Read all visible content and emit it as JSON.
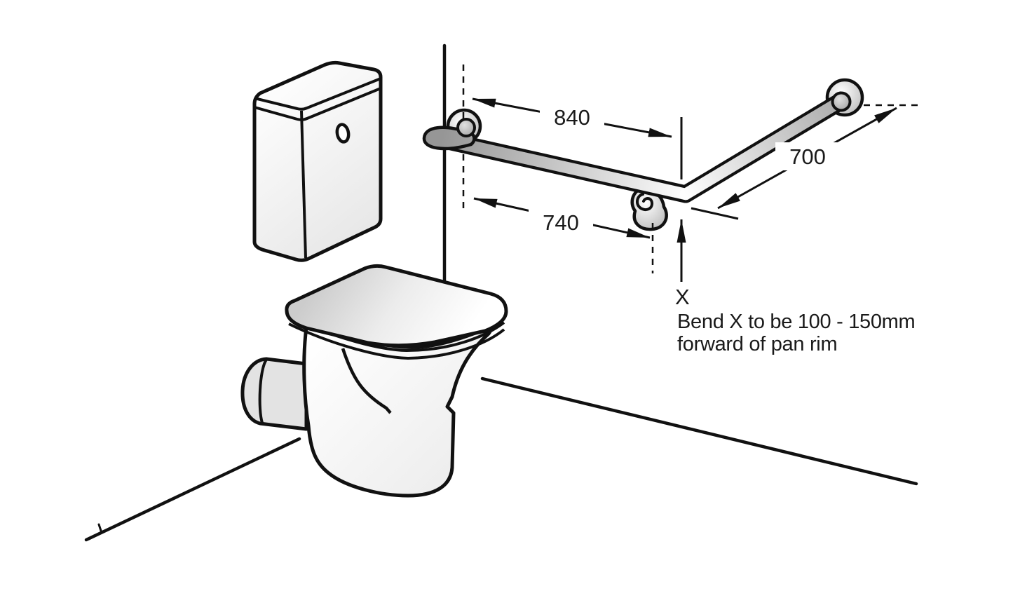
{
  "diagram": {
    "labels": {
      "dim_top_run": "840",
      "dim_lower_run": "740",
      "dim_side_run": "700",
      "bend_point": "X",
      "note_line1": "Bend X to be 100 - 150mm",
      "note_line2": "forward of pan rim"
    },
    "colors": {
      "line": "#111111",
      "text": "#1a1a1a",
      "rail_dark": "#969696",
      "rail_light": "#fdfdfd",
      "ceramic_light": "#ffffff",
      "ceramic_shadow": "#e3e3e3",
      "background": "#ffffff"
    }
  }
}
